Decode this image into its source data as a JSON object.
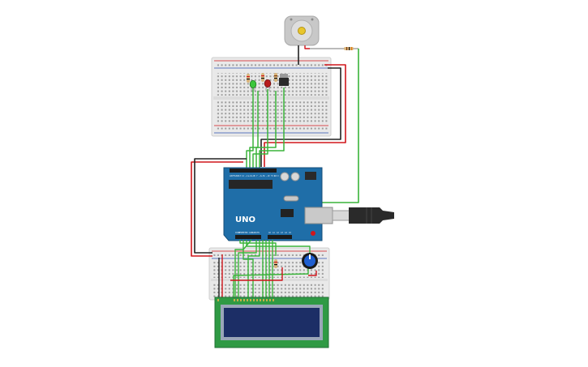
{
  "circuit": {
    "arduino": {
      "logo": "UNO",
      "power_labels": [
        "IOREF",
        "RESET",
        "3.3V",
        "5V",
        "GND",
        "GND",
        "VIN"
      ],
      "analog_labels": [
        "A0",
        "A1",
        "A2",
        "A3",
        "A4",
        "A5"
      ],
      "header_labels": [
        "AREF",
        "GND",
        "13",
        "12",
        "~11",
        "~10",
        "~9",
        "8",
        "7",
        "~6",
        "~5",
        "4",
        "~3",
        "2",
        "TX 1",
        "RX 0"
      ]
    },
    "components": [
      {
        "id": "dc-motor",
        "kind": "DC motor"
      },
      {
        "id": "resistor-motor",
        "kind": "resistor"
      },
      {
        "id": "led-green",
        "kind": "LED",
        "color": "#3cc63c"
      },
      {
        "id": "led-red",
        "kind": "LED",
        "color": "#b81c1c"
      },
      {
        "id": "transistor",
        "kind": "transistor"
      },
      {
        "id": "potentiometer",
        "kind": "potentiometer"
      },
      {
        "id": "lcd",
        "kind": "16x2 LCD"
      },
      {
        "id": "usb-cable",
        "kind": "USB cable"
      }
    ],
    "colors": {
      "wire_green": "#3ab43a",
      "wire_red": "#d0161c",
      "wire_black": "#222222",
      "board_blue": "#1f6ea8",
      "lcd_pcb": "#2f9a44",
      "lcd_screen": "#1c2e66",
      "breadboard": "#e9e9e9"
    }
  }
}
